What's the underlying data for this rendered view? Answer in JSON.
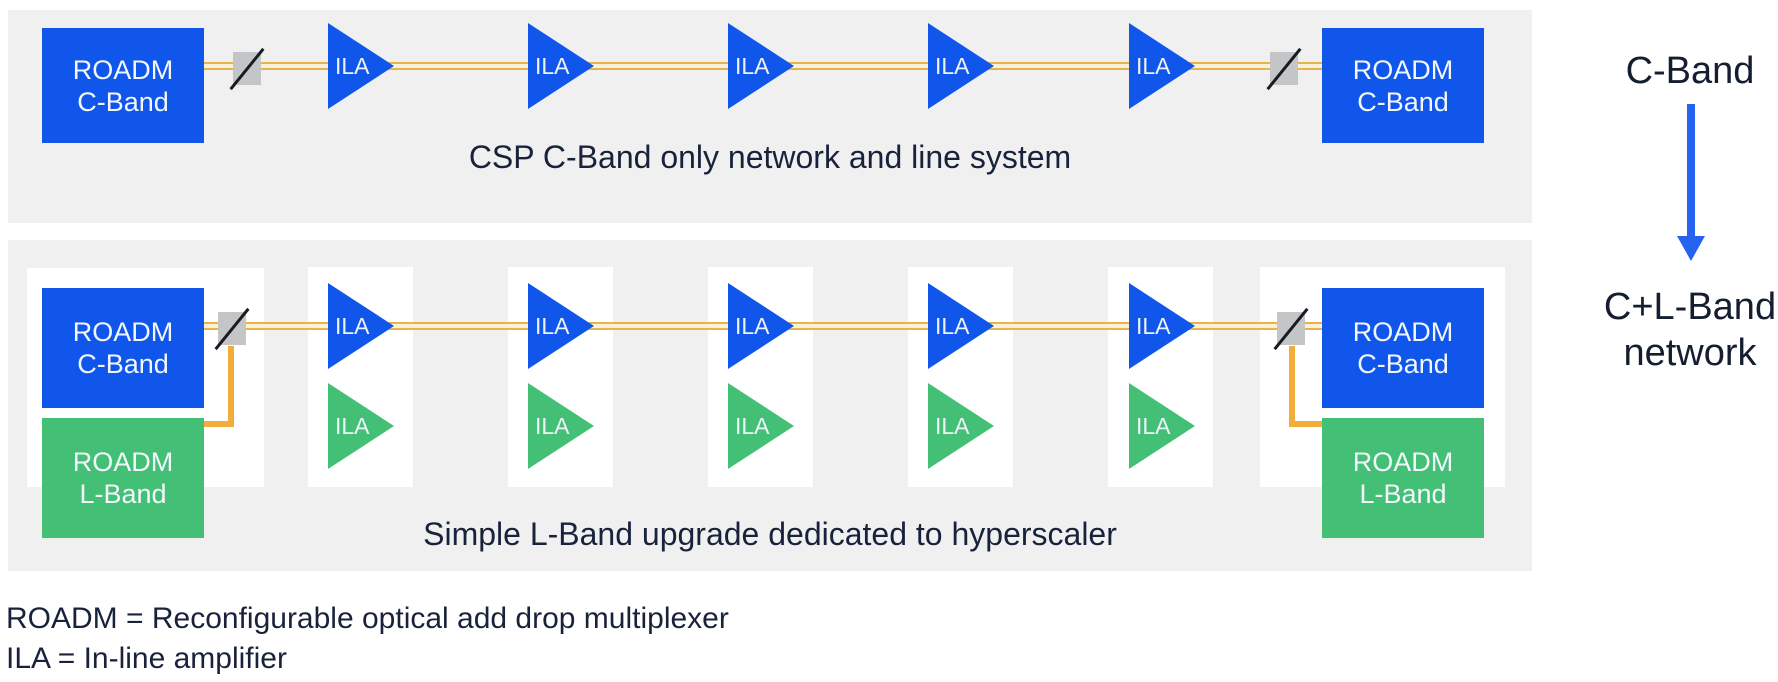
{
  "top_panel": {
    "caption": "CSP C-Band only network and line system",
    "roadm_left": {
      "line1": "ROADM",
      "line2": "C-Band"
    },
    "roadm_right": {
      "line1": "ROADM",
      "line2": "C-Band"
    },
    "ilas": [
      "ILA",
      "ILA",
      "ILA",
      "ILA",
      "ILA"
    ]
  },
  "bottom_panel": {
    "caption": "Simple L-Band upgrade dedicated to hyperscaler",
    "roadm_left_c": {
      "line1": "ROADM",
      "line2": "C-Band"
    },
    "roadm_left_l": {
      "line1": "ROADM",
      "line2": "L-Band"
    },
    "roadm_right_c": {
      "line1": "ROADM",
      "line2": "C-Band"
    },
    "roadm_right_l": {
      "line1": "ROADM",
      "line2": "L-Band"
    },
    "ilas_c": [
      "ILA",
      "ILA",
      "ILA",
      "ILA",
      "ILA"
    ],
    "ilas_l": [
      "ILA",
      "ILA",
      "ILA",
      "ILA",
      "ILA"
    ]
  },
  "annotation": {
    "before_label": "C-Band",
    "after_label_line1": "C+L-Band",
    "after_label_line2": "network"
  },
  "legend": {
    "roadm": "ROADM = Reconfigurable optical add drop multiplexer",
    "ila": "ILA = In-line amplifier"
  },
  "colors": {
    "node_blue": "#1156EB",
    "node_green": "#44C076",
    "fiber_orange": "#E9B345",
    "connector_orange": "#F2AE3D",
    "panel_gray": "#F0F0F0",
    "attenuator_gray": "#C4C5C7",
    "text_navy": "#18233B",
    "arrow_blue": "#2563F0"
  }
}
